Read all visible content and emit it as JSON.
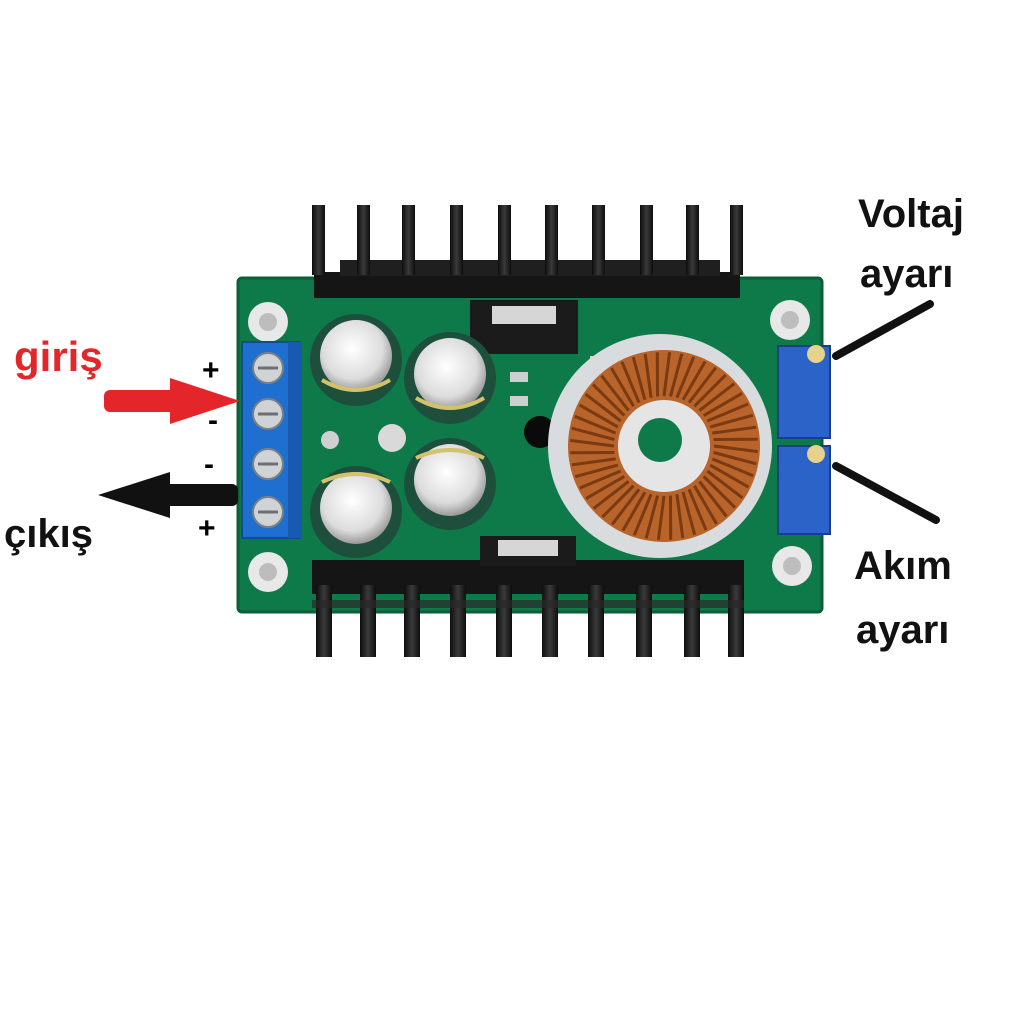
{
  "labels": {
    "input": "giriş",
    "output": "çıkış",
    "voltage_line1": "Voltaj",
    "voltage_line2": "ayarı",
    "current_line1": "Akım",
    "current_line2": "ayarı"
  },
  "polarity": {
    "input_plus": "+",
    "input_minus": "-",
    "output_minus": "-",
    "output_plus": "+"
  },
  "colors": {
    "input_accent": "#e4262b",
    "output_accent": "#111111",
    "pcb": "#0e7a4a",
    "terminal_block": "#1f6fd1",
    "trimmer": "#2c63c8",
    "heatsink": "#1a1a1a",
    "inductor_copper": "#b8642a"
  },
  "icons": {
    "input_arrow": "arrow-right-icon",
    "output_arrow": "arrow-left-icon"
  }
}
